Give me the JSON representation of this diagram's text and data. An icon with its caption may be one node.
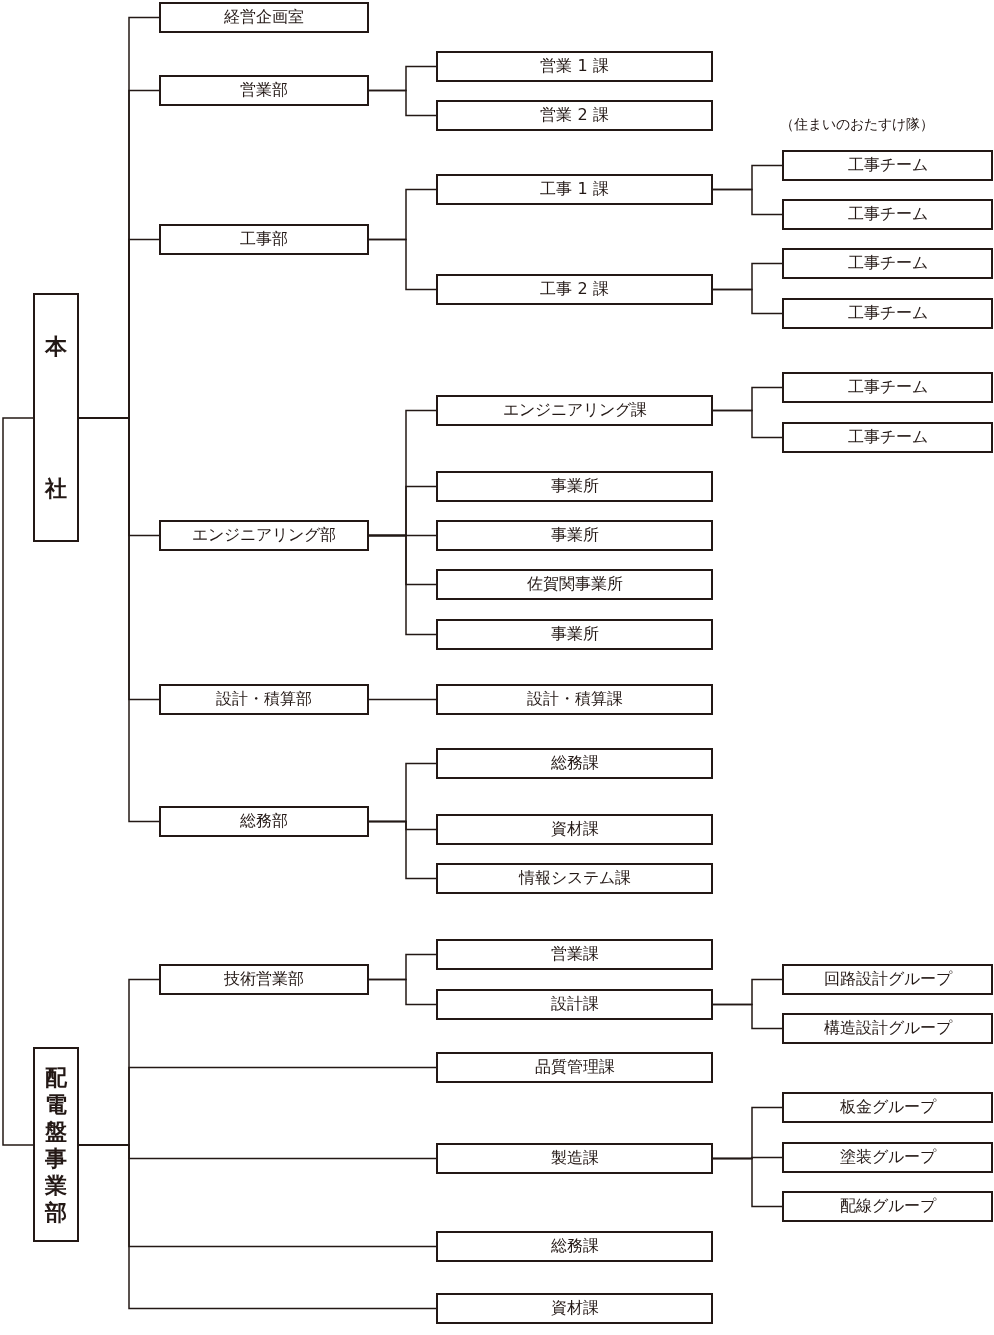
{
  "diagram": {
    "nodes": [
      {
        "text": [
          "本社"
        ]
      },
      {
        "text": [
          "経営企画室"
        ]
      },
      {
        "text": [
          "営業部"
        ]
      },
      {
        "text": [
          "営業 1 課"
        ]
      },
      {
        "text": [
          "営業 2 課"
        ]
      },
      {
        "text": [
          "工事部"
        ]
      },
      {
        "text": [
          "工事 1 課"
        ]
      },
      {
        "text": [
          "工事チーム"
        ]
      },
      {
        "text": [
          "工事チーム"
        ]
      },
      {
        "text": [
          "工事 2 課"
        ]
      },
      {
        "text": [
          "工事チーム"
        ]
      },
      {
        "text": [
          "工事チーム"
        ]
      },
      {
        "text": [
          "エンジニアリング部"
        ]
      },
      {
        "text": [
          "エンジニアリング課"
        ]
      },
      {
        "text": [
          "工事チーム"
        ]
      },
      {
        "text": [
          "工事チーム"
        ]
      },
      {
        "text": [
          "事業所"
        ]
      },
      {
        "text": [
          "事業所"
        ]
      },
      {
        "text": [
          "佐賀関事業所"
        ]
      },
      {
        "text": [
          "事業所"
        ]
      },
      {
        "text": [
          "設計・積算部"
        ]
      },
      {
        "text": [
          "設計・積算課"
        ]
      },
      {
        "text": [
          "総務部"
        ]
      },
      {
        "text": [
          "総務課"
        ]
      },
      {
        "text": [
          "資材課"
        ]
      },
      {
        "text": [
          "情報システム課"
        ]
      },
      {
        "text": [
          "配電盤事業部"
        ]
      },
      {
        "text": [
          "技術営業部"
        ]
      },
      {
        "text": [
          "営業課"
        ]
      },
      {
        "text": [
          "設計課"
        ]
      },
      {
        "text": [
          "回路設計グループ"
        ]
      },
      {
        "text": [
          "構造設計グループ"
        ]
      },
      {
        "text": [
          "品質管理課"
        ]
      },
      {
        "text": [
          "製造課"
        ]
      },
      {
        "text": [
          "板金グループ"
        ]
      },
      {
        "text": [
          "塗装グループ"
        ]
      },
      {
        "text": [
          "配線グループ"
        ]
      },
      {
        "text": [
          "総務課"
        ]
      },
      {
        "text": [
          "資材課"
        ]
      }
    ],
    "edges": [
      {
        "from": 0,
        "to": 26,
        "arrow": "none"
      },
      {
        "from": 0,
        "to": 1,
        "arrow": "none"
      },
      {
        "from": 0,
        "to": 2,
        "arrow": "none"
      },
      {
        "from": 0,
        "to": 5,
        "arrow": "none"
      },
      {
        "from": 0,
        "to": 12,
        "arrow": "none"
      },
      {
        "from": 0,
        "to": 20,
        "arrow": "none"
      },
      {
        "from": 0,
        "to": 22,
        "arrow": "none"
      },
      {
        "from": 2,
        "to": 3,
        "arrow": "none"
      },
      {
        "from": 2,
        "to": 4,
        "arrow": "none"
      },
      {
        "from": 5,
        "to": 6,
        "arrow": "none"
      },
      {
        "from": 5,
        "to": 9,
        "arrow": "none"
      },
      {
        "from": 6,
        "to": 7,
        "arrow": "none"
      },
      {
        "from": 6,
        "to": 8,
        "arrow": "none"
      },
      {
        "from": 9,
        "to": 10,
        "arrow": "none"
      },
      {
        "from": 9,
        "to": 11,
        "arrow": "none"
      },
      {
        "from": 12,
        "to": 13,
        "arrow": "none"
      },
      {
        "from": 12,
        "to": 16,
        "arrow": "none"
      },
      {
        "from": 12,
        "to": 17,
        "arrow": "none"
      },
      {
        "from": 12,
        "to": 18,
        "arrow": "none"
      },
      {
        "from": 12,
        "to": 19,
        "arrow": "none"
      },
      {
        "from": 13,
        "to": 14,
        "arrow": "none"
      },
      {
        "from": 13,
        "to": 15,
        "arrow": "none"
      },
      {
        "from": 20,
        "to": 21,
        "arrow": "none"
      },
      {
        "from": 22,
        "to": 23,
        "arrow": "none"
      },
      {
        "from": 22,
        "to": 24,
        "arrow": "none"
      },
      {
        "from": 22,
        "to": 25,
        "arrow": "none"
      },
      {
        "from": 26,
        "to": 27,
        "arrow": "none"
      },
      {
        "from": 26,
        "to": 32,
        "arrow": "none"
      },
      {
        "from": 26,
        "to": 33,
        "arrow": "none"
      },
      {
        "from": 26,
        "to": 37,
        "arrow": "none"
      },
      {
        "from": 26,
        "to": 38,
        "arrow": "none"
      },
      {
        "from": 27,
        "to": 28,
        "arrow": "none"
      },
      {
        "from": 27,
        "to": 29,
        "arrow": "none"
      },
      {
        "from": 29,
        "to": 30,
        "arrow": "none"
      },
      {
        "from": 29,
        "to": 31,
        "arrow": "none"
      },
      {
        "from": 33,
        "to": 34,
        "arrow": "none"
      },
      {
        "from": 33,
        "to": 35,
        "arrow": "none"
      },
      {
        "from": 33,
        "to": 36,
        "arrow": "none"
      }
    ],
    "labels": [
      "（住まいのおたすけ隊）"
    ]
  }
}
